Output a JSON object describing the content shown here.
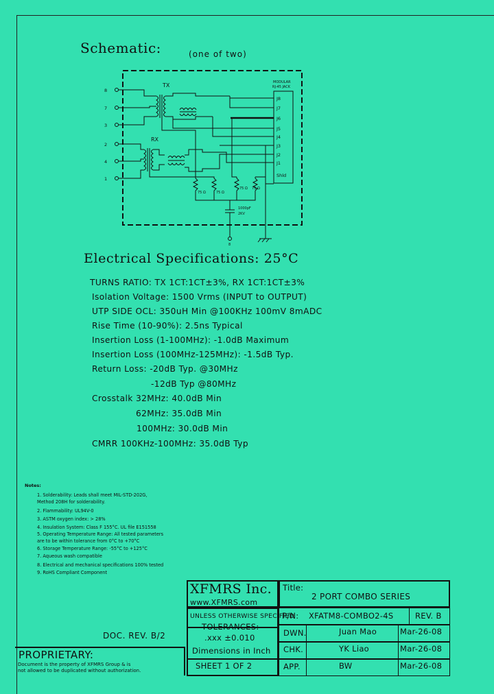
{
  "schematic": {
    "title": "Schematic:",
    "subtitle": "(one of two)",
    "tx_label": "TX",
    "rx_label": "RX",
    "jack_label_1": "MODULAR",
    "jack_label_2": "RJ-45 JACK",
    "jack_pins": [
      "J8",
      "J7",
      "J6",
      "J5",
      "J4",
      "J3",
      "J2",
      "J1",
      "Shld"
    ],
    "left_pins": [
      "8",
      "7",
      "3",
      "2",
      "4",
      "1"
    ],
    "resistors": [
      "75 Ω",
      "75 Ω",
      "75 Ω",
      "75 Ω"
    ],
    "capacitor_1": "1000pF",
    "capacitor_2": "2KV",
    "ground_pin": "8"
  },
  "electrical": {
    "title": "Electrical Specifications: 25°C",
    "specs": [
      "TURNS RATIO: TX 1CT:1CT±3%, RX 1CT:1CT±3%",
      "Isolation Voltage:  1500 Vrms (INPUT to OUTPUT)",
      "UTP SIDE OCL: 350uH Min @100KHz 100mV 8mADC",
      "Rise Time (10-90%): 2.5ns Typical",
      "Insertion Loss (1-100MHz): -1.0dB Maximum",
      "Insertion Loss (100MHz-125MHz): -1.5dB Typ.",
      "Return Loss: -20dB Typ. @30MHz",
      "-12dB Typ @80MHz",
      "Crosstalk 32MHz: 40.0dB Min",
      "62MHz: 35.0dB Min",
      "100MHz: 30.0dB Min",
      "CMRR 100KHz-100MHz: 35.0dB Typ"
    ]
  },
  "notes": {
    "heading": "Notes:",
    "items": [
      "1.  Solderability: Leads shall meet MIL-STD-202G,",
      "     Method 208H for solderability.",
      "2.  Flammability: UL94V-0",
      "3.  ASTM oxygen index: > 28%",
      "4.  Insulation System: Class F 155°C. UL file E151558",
      "5.  Operating Temperature Range: All tested parameters",
      "     are to be within tolerance from 0°C to +70°C",
      "6.  Storage Temperature Range: -55°C to +125°C",
      "7.  Aqueous wash compatible",
      "8.  Electrical and mechanical specifications 100% tested",
      "9.  RoHS Compliant Component"
    ]
  },
  "doc_rev": "DOC. REV. B/2",
  "proprietary": {
    "title": "PROPRIETARY:",
    "line1": "Document is the property of XFMRS Group & is",
    "line2": "not allowed to be duplicated without authorization."
  },
  "title_block": {
    "company": "XFMRS Inc.",
    "website": "www.XFMRS.com",
    "title_label": "Title:",
    "title_value": "2 PORT COMBO SERIES",
    "unless": "UNLESS OTHERWISE SPECIFIED",
    "tolerances": "TOLERANCES:",
    "tolerance_value": ".xxx ±0.010",
    "dimensions": "Dimensions in Inch",
    "sheet": "SHEET  1  OF  2",
    "pn_label": "P/N:",
    "pn_value": "XFATM8-COMBO2-4S",
    "rev": "REV. B",
    "rows": [
      {
        "label": "DWN.",
        "name": "Juan Mao",
        "date": "Mar-26-08"
      },
      {
        "label": "CHK.",
        "name": "YK Liao",
        "date": "Mar-26-08"
      },
      {
        "label": "APP.",
        "name": "BW",
        "date": "Mar-26-08"
      }
    ]
  }
}
